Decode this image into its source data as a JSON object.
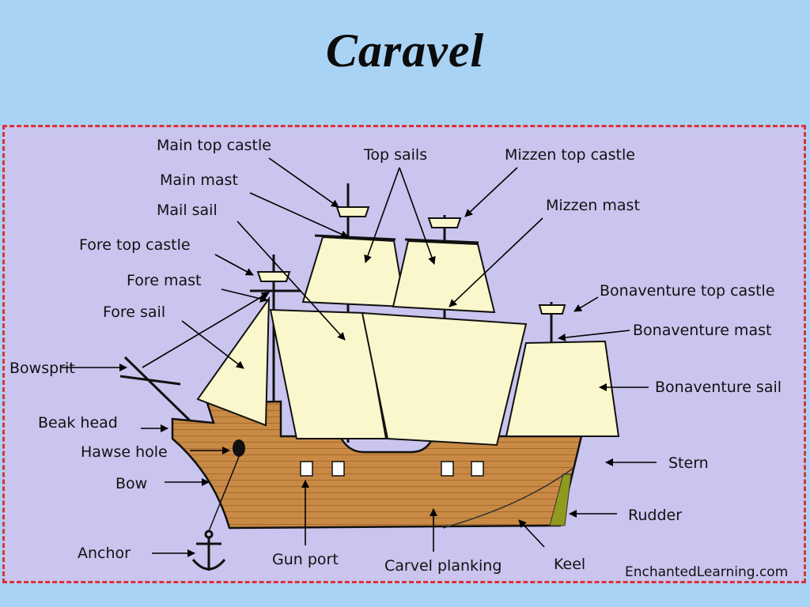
{
  "title": "Caravel",
  "labels": {
    "main_top_castle": "Main top castle",
    "top_sails": "Top sails",
    "mizzen_top_castle": "Mizzen top castle",
    "main_mast": "Main mast",
    "mail_sail": "Mail sail",
    "mizzen_mast": "Mizzen mast",
    "fore_top_castle": "Fore top castle",
    "fore_mast": "Fore mast",
    "bonaventure_top_castle": "Bonaventure top castle",
    "fore_sail": "Fore sail",
    "bonaventure_mast": "Bonaventure mast",
    "bowsprit": "Bowsprit",
    "bonaventure_sail": "Bonaventure sail",
    "beak_head": "Beak head",
    "hawse_hole": "Hawse hole",
    "stern": "Stern",
    "bow": "Bow",
    "rudder": "Rudder",
    "anchor": "Anchor",
    "gun_port": "Gun port",
    "carvel_planking": "Carvel planking",
    "keel": "Keel"
  },
  "credit": "EnchantedLearning.com",
  "colors": {
    "sky": "#a9d3f5",
    "panel": "#c9c5ee",
    "border": "#d8333a",
    "hull": "#c98a45",
    "sail": "#fbf7cc",
    "rudder": "#8f9a1e"
  }
}
